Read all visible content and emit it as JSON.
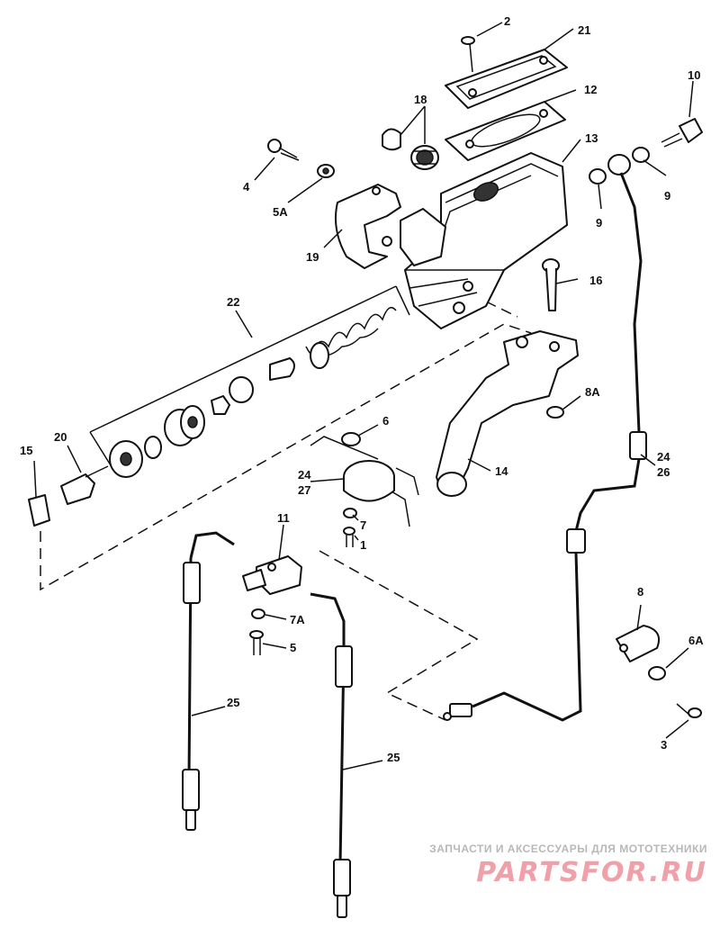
{
  "labels": {
    "l2": "2",
    "l21": "21",
    "l10": "10",
    "l18": "18",
    "l12": "12",
    "l13": "13",
    "l4": "4",
    "l5A": "5A",
    "l9a": "9",
    "l9b": "9",
    "l19": "19",
    "l16": "16",
    "l22": "22",
    "l8A": "8A",
    "l6": "6",
    "l20": "20",
    "l15": "15",
    "l14": "14",
    "l24a": "24",
    "l27": "27",
    "l24b": "24",
    "l26": "26",
    "l7": "7",
    "l1": "1",
    "l11": "11",
    "l7A": "7A",
    "l5": "5",
    "l8": "8",
    "l6A": "6A",
    "l3": "3",
    "l25a": "25",
    "l25b": "25"
  },
  "watermark": {
    "caption": "ЗАПЧАСТИ И АКСЕССУАРЫ ДЛЯ МОТОТЕХНИКИ",
    "logo": "PARTSFOR.RU"
  }
}
